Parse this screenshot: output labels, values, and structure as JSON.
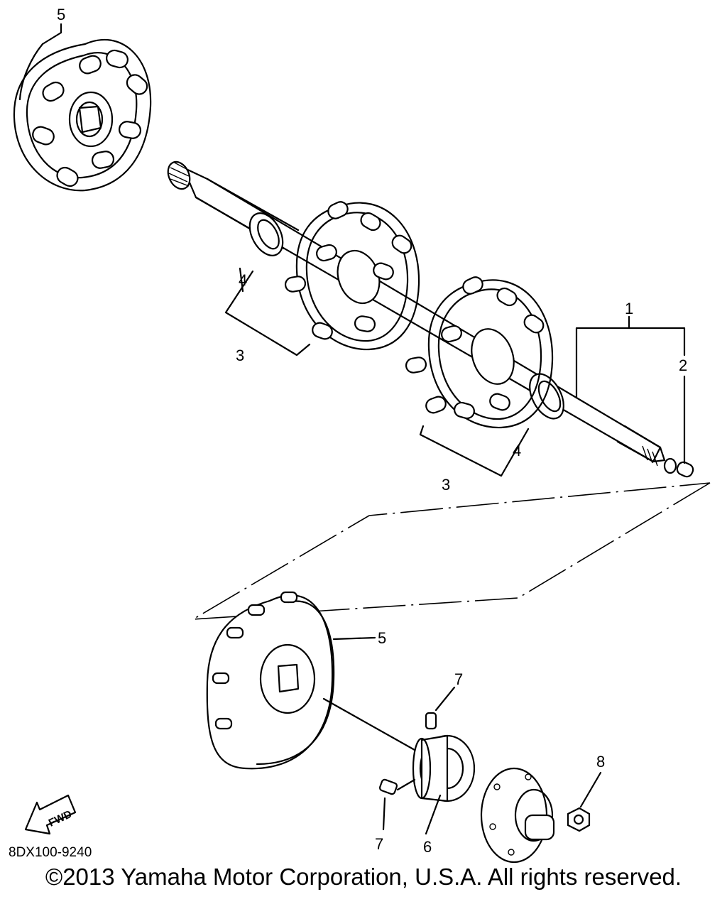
{
  "diagram": {
    "code": "8DX100-9240",
    "fwd_label": "FWD",
    "copyright": "©2013 Yamaha Motor Corporation, U.S.A. All rights reserved.",
    "callouts": [
      "1",
      "2",
      "3",
      "3",
      "4",
      "4",
      "5",
      "5",
      "6",
      "7",
      "7",
      "8"
    ],
    "colors": {
      "line": "#000000",
      "background": "#ffffff"
    }
  }
}
